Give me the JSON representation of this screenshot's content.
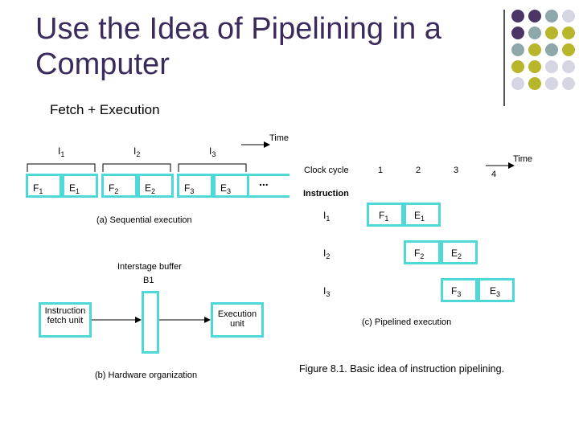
{
  "title": "Use the Idea of Pipelining in a Computer",
  "subtitle": "Fetch + Execution",
  "colors": {
    "title": "#3b2a5c",
    "box": "#4fd8d8",
    "purple": "#4a3566",
    "teal": "#8ea7a8",
    "olive": "#b8b62c",
    "lavender": "#d6d5e2"
  },
  "decor_grid": [
    [
      "purple",
      "purple",
      "teal",
      "lavender"
    ],
    [
      "purple",
      "teal",
      "olive",
      "olive"
    ],
    [
      "teal",
      "olive",
      "teal",
      "olive"
    ],
    [
      "olive",
      "olive",
      "lavender",
      "lavender"
    ],
    [
      "lavender",
      "olive",
      "lavender",
      "lavender"
    ]
  ],
  "sequential": {
    "time_label": "Time",
    "instr_labels": [
      {
        "base": "I",
        "sub": "1"
      },
      {
        "base": "I",
        "sub": "2"
      },
      {
        "base": "I",
        "sub": "3"
      }
    ],
    "cells": [
      {
        "base": "F",
        "sub": "1"
      },
      {
        "base": "E",
        "sub": "1"
      },
      {
        "base": "F",
        "sub": "2"
      },
      {
        "base": "E",
        "sub": "2"
      },
      {
        "base": "F",
        "sub": "3"
      },
      {
        "base": "E",
        "sub": "3"
      }
    ],
    "ellipsis": "...",
    "caption": "(a) Sequential execution"
  },
  "hardware": {
    "buffer_label": "Interstage buffer",
    "buffer_name": "B1",
    "fetch_unit": "Instruction fetch unit",
    "exec_unit": "Execution unit",
    "caption": "(b) Hardware organization"
  },
  "pipelined": {
    "time_label": "Time",
    "clock_label": "Clock cycle",
    "cycles": [
      "1",
      "2",
      "3",
      "4"
    ],
    "instruction_label": "Instruction",
    "rows": [
      {
        "instr": {
          "base": "I",
          "sub": "1"
        },
        "stages": [
          {
            "base": "F",
            "sub": "1"
          },
          {
            "base": "E",
            "sub": "1"
          }
        ]
      },
      {
        "instr": {
          "base": "I",
          "sub": "2"
        },
        "stages": [
          {
            "base": "F",
            "sub": "2"
          },
          {
            "base": "E",
            "sub": "2"
          }
        ]
      },
      {
        "instr": {
          "base": "I",
          "sub": "3"
        },
        "stages": [
          {
            "base": "F",
            "sub": "3"
          },
          {
            "base": "E",
            "sub": "3"
          }
        ]
      }
    ],
    "caption": "(c) Pipelined execution"
  },
  "figure_caption": "Figure 8.1. Basic idea of instruction pipelining."
}
